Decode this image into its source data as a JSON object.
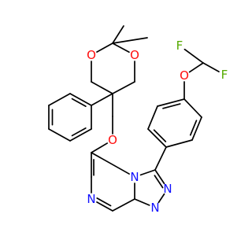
{
  "colors": {
    "oxygen": "#ff0d0d",
    "nitrogen": "#1010ff",
    "fluorine": "#55aa00",
    "bond": "#000000"
  },
  "atoms": {
    "o_ring_top": "O",
    "o_ring_bottom": "O",
    "o_ether": "O",
    "o_phenoxy": "O",
    "f_left": "F",
    "f_right": "F",
    "n_fused": "N",
    "n_pyrazine": "N",
    "n_triazole_1": "N",
    "n_triazole_2": "N"
  }
}
